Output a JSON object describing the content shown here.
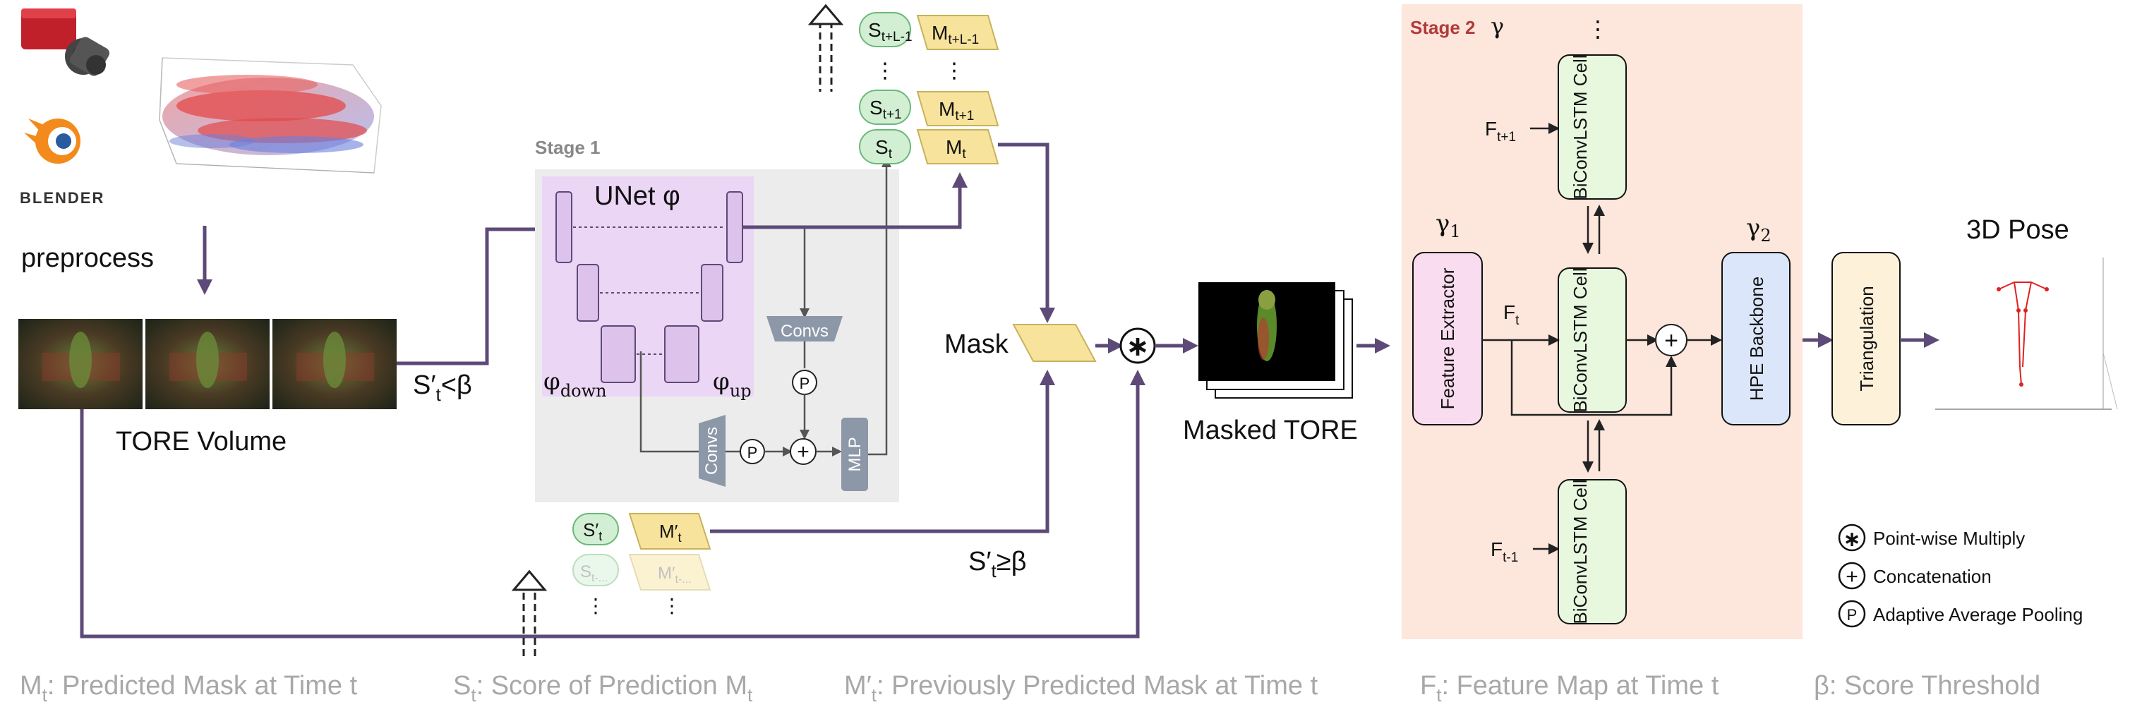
{
  "sources": {
    "blender_label": "BLENDER"
  },
  "preprocess_label": "preprocess",
  "tore_volume_label": "TORE Volume",
  "condition_left": {
    "main": "S′",
    "sub": "t",
    "rest": "<β"
  },
  "condition_right": {
    "main": "S′",
    "sub": "t",
    "rest": "≥β"
  },
  "stage1": {
    "title": "Stage 1",
    "unet_label": "UNet  φ",
    "phi_down": {
      "main": "φ",
      "sub": "down"
    },
    "phi_up": {
      "main": "φ",
      "sub": "up"
    },
    "convs_top": "Convs",
    "convs_side": "Convs",
    "mlp": "MLP",
    "pool_symbol": "P"
  },
  "score_stack": {
    "items": [
      {
        "main": "S",
        "sub": "t+L-1"
      },
      {
        "main": "S",
        "sub": "t+1"
      },
      {
        "main": "S",
        "sub": "t"
      }
    ],
    "dots": "⋮"
  },
  "mask_stack": {
    "items": [
      {
        "main": "M",
        "sub": "t+L-1"
      },
      {
        "main": "M",
        "sub": "t+1"
      },
      {
        "main": "M",
        "sub": "t"
      }
    ],
    "dots": "⋮"
  },
  "prev_stack": {
    "score_items": [
      {
        "main": "S′",
        "sub": "t"
      },
      {
        "main": "S",
        "sub": "t-..."
      }
    ],
    "mask_items": [
      {
        "main": "M′",
        "sub": "t"
      },
      {
        "main": "M′",
        "sub": "t-..."
      }
    ],
    "dots": "⋮"
  },
  "mask_label": "Mask",
  "multiply_symbol": "∗",
  "masked_tore_label": "Masked TORE",
  "stage2": {
    "title": "Stage 2",
    "gamma": "γ",
    "gamma1": {
      "main": "γ",
      "sub": "1"
    },
    "gamma2": {
      "main": "γ",
      "sub": "2"
    },
    "feature_extractor": "Feature Extractor",
    "biconv_top": "BiConvLSTM Cell",
    "biconv_mid": "BiConvLSTM Cell",
    "biconv_bot": "BiConvLSTM Cell",
    "hpe_backbone": "HPE Backbone",
    "f_top": {
      "main": "F",
      "sub": "t+1"
    },
    "f_mid": {
      "main": "F",
      "sub": "t"
    },
    "f_bot": {
      "main": "F",
      "sub": "t-1"
    },
    "dots": "⋮",
    "concat_symbol": "+"
  },
  "triangulation_label": "Triangulation",
  "pose_label": "3D Pose",
  "legend": [
    {
      "symbol": "∗",
      "text": "Point-wise Multiply"
    },
    {
      "symbol": "+",
      "text": "Concatenation"
    },
    {
      "symbol": "P",
      "text": "Adaptive Average Pooling"
    }
  ],
  "footer": [
    {
      "main": "M",
      "sub": "t",
      "rest": ": Predicted Mask at Time t"
    },
    {
      "main": "S",
      "sub": "t",
      "rest": ": Score of Prediction M",
      "sub2": "t"
    },
    {
      "main": "M′",
      "sub": "t",
      "rest": ": Previously Predicted Mask at Time t"
    },
    {
      "main": "F",
      "sub": "t",
      "rest": ": Feature Map at Time t"
    },
    {
      "main": "β",
      "rest": ": Score Threshold"
    }
  ],
  "colors": {
    "arrow": "#5d4a78",
    "stage1_bg": "#ececec",
    "unet_bg": "#ecd6f5",
    "unet_block": "#ddc3ec",
    "stage2_bg": "#fde6dc",
    "stage2_title": "#b23a3a",
    "score_fill": "#d2efd4",
    "mask_fill": "#f7e39c",
    "lstm_fill": "#e8f8df",
    "feature_fill": "#f9dcef",
    "hpe_fill": "#dbe6fb",
    "tri_fill": "#fdf1da",
    "convs_fill": "#8c97a8",
    "footer_text": "#a8a8a8"
  }
}
